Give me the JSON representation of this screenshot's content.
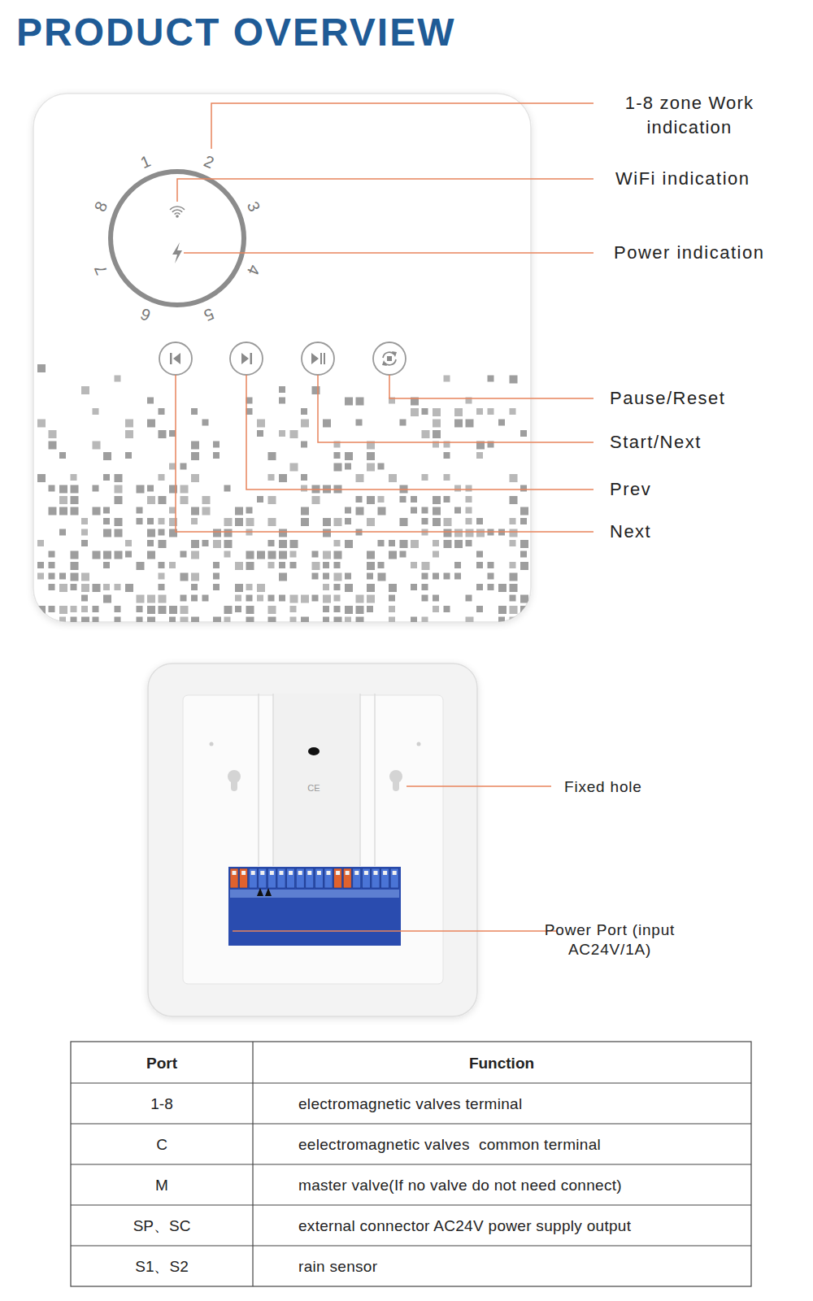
{
  "diagram": {
    "title": "PRODUCT OVERVIEW",
    "labels": [
      "1-8 zone Work indication",
      "WiFi indication",
      "Power indication",
      "Pause/Reset",
      "Start/Next",
      "Prev",
      "Next",
      "1",
      "2",
      "3",
      "4",
      "5",
      "6",
      "7",
      "8",
      "Fixed hole",
      "Power Port (input AC24V/1A)",
      "CE",
      "Port",
      "Function",
      "1-8",
      "electromagnetic valves terminal",
      "C",
      "eelectromagnetic valves  common terminal",
      "M",
      "master valve(If no valve do not need connect)",
      "SP、SC",
      "external connector AC24V power supply output",
      "S1、S2",
      "rain sensor"
    ]
  }
}
